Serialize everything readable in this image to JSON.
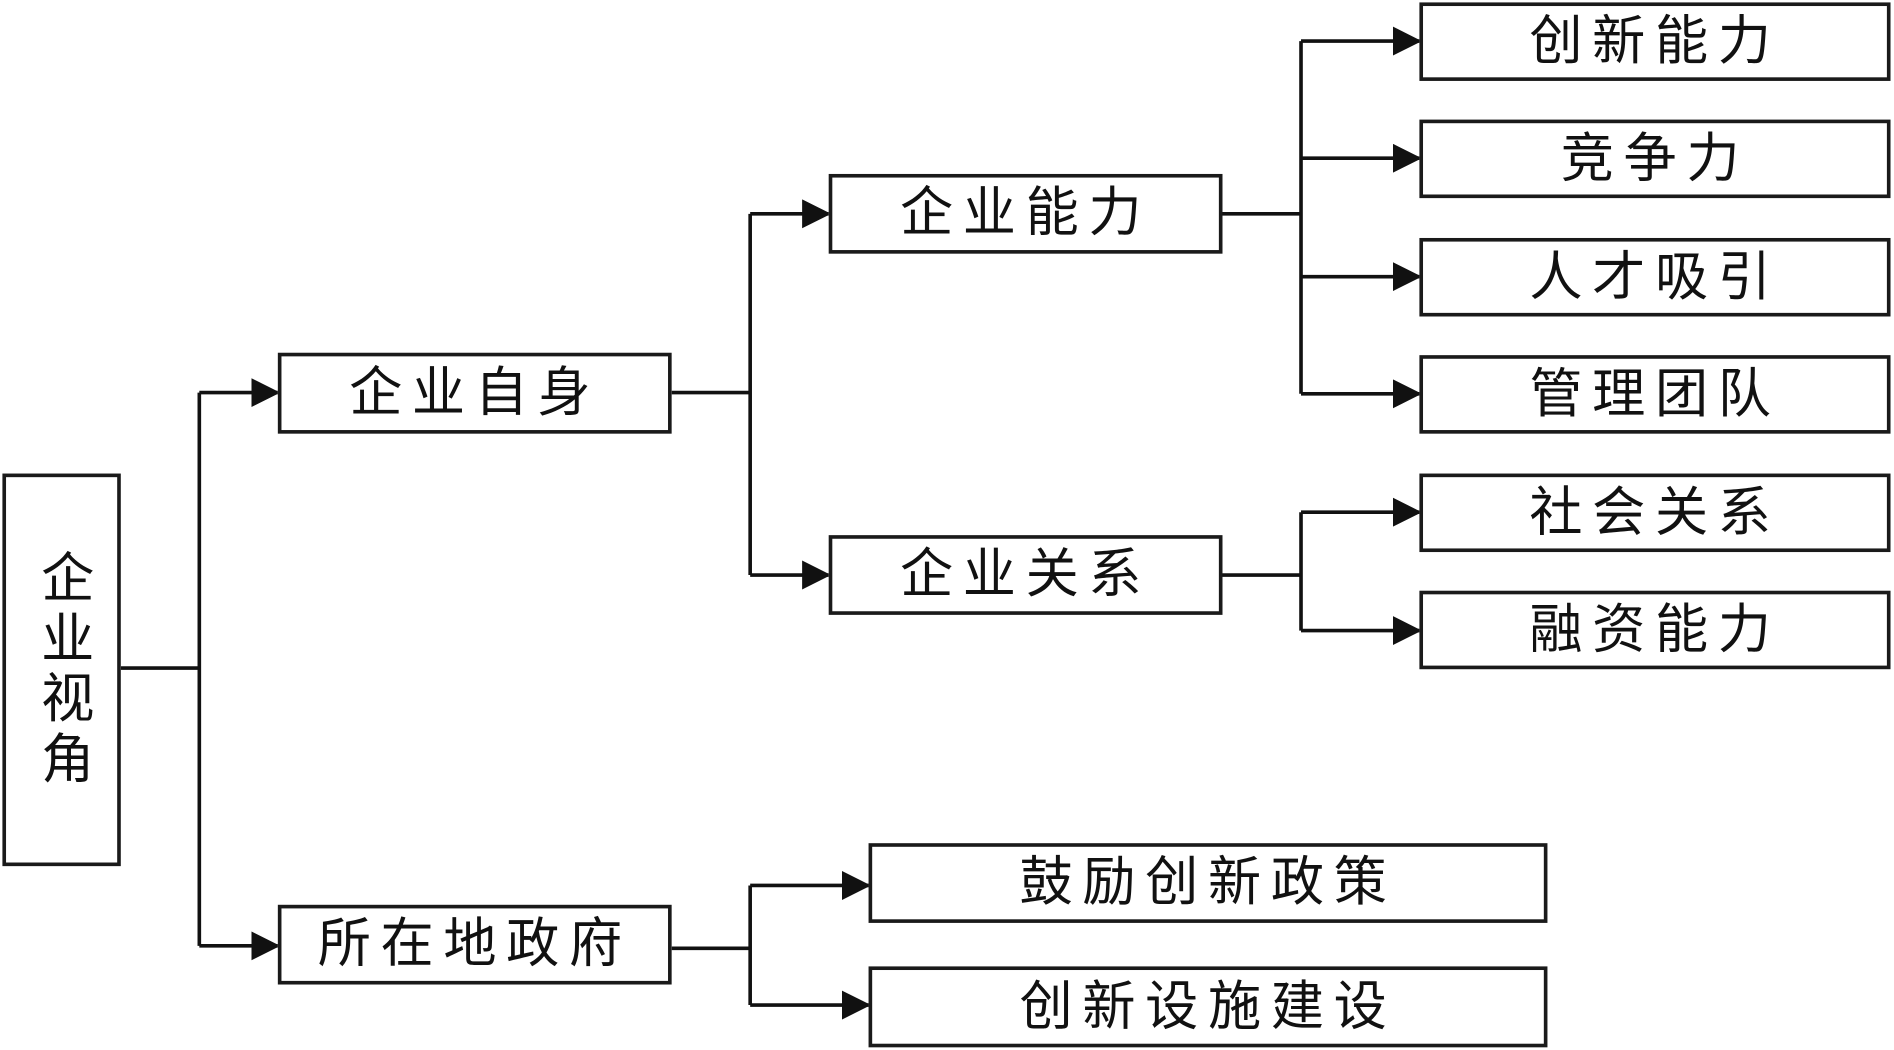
{
  "diagram": {
    "root": "企业视角",
    "level1": {
      "self": "企业自身",
      "government": "所在地政府"
    },
    "level2": {
      "capability": "企业能力",
      "relations": "企业关系",
      "encourage_policy": "鼓励创新政策",
      "infrastructure": "创新设施建设"
    },
    "level3": {
      "innovation": "创新能力",
      "competitiveness": "竞争力",
      "talent": "人才吸引",
      "management": "管理团队",
      "social": "社会关系",
      "financing": "融资能力"
    }
  }
}
